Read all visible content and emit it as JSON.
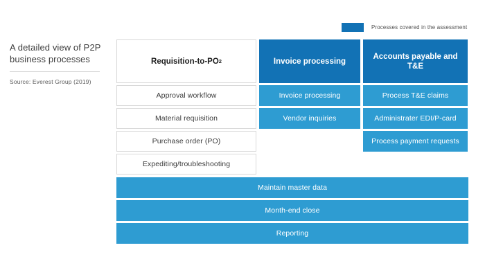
{
  "page_title": "A detailed view of P2P business processes",
  "source_note": "Source: Everest Group (2019)",
  "legend": {
    "swatch_icon": "filled-square-icon",
    "label": "Processes covered in the assessment",
    "color": "#1272b5"
  },
  "colors": {
    "header_blue": "#1272b5",
    "cell_blue": "#2e9cd2",
    "cell_border": "#d8d8d8",
    "background": "#ffffff",
    "title_text": "#3c3c3c"
  },
  "matrix": {
    "columns": [
      {
        "header": "Requisition-to-PO",
        "header_superscript": "2",
        "header_style": "light",
        "cells": [
          {
            "label": "Approval workflow",
            "style": "plain"
          },
          {
            "label": "Material requisition",
            "style": "plain"
          },
          {
            "label": "Purchase order (PO)",
            "style": "plain"
          },
          {
            "label": "Expediting/troubleshooting",
            "style": "plain"
          }
        ]
      },
      {
        "header": "Invoice processing",
        "header_superscript": "",
        "header_style": "dark",
        "cells": [
          {
            "label": "Invoice processing",
            "style": "filled"
          },
          {
            "label": "Vendor inquiries",
            "style": "filled"
          }
        ]
      },
      {
        "header": "Accounts payable and T&E",
        "header_superscript": "",
        "header_style": "dark",
        "cells": [
          {
            "label": "Process T&E claims",
            "style": "filled"
          },
          {
            "label": "Administrater EDI/P-card",
            "style": "filled"
          },
          {
            "label": "Process payment requests",
            "style": "filled"
          }
        ]
      }
    ],
    "full_width_bars": [
      {
        "label": "Maintain master data"
      },
      {
        "label": "Month-end close"
      },
      {
        "label": "Reporting"
      }
    ]
  }
}
